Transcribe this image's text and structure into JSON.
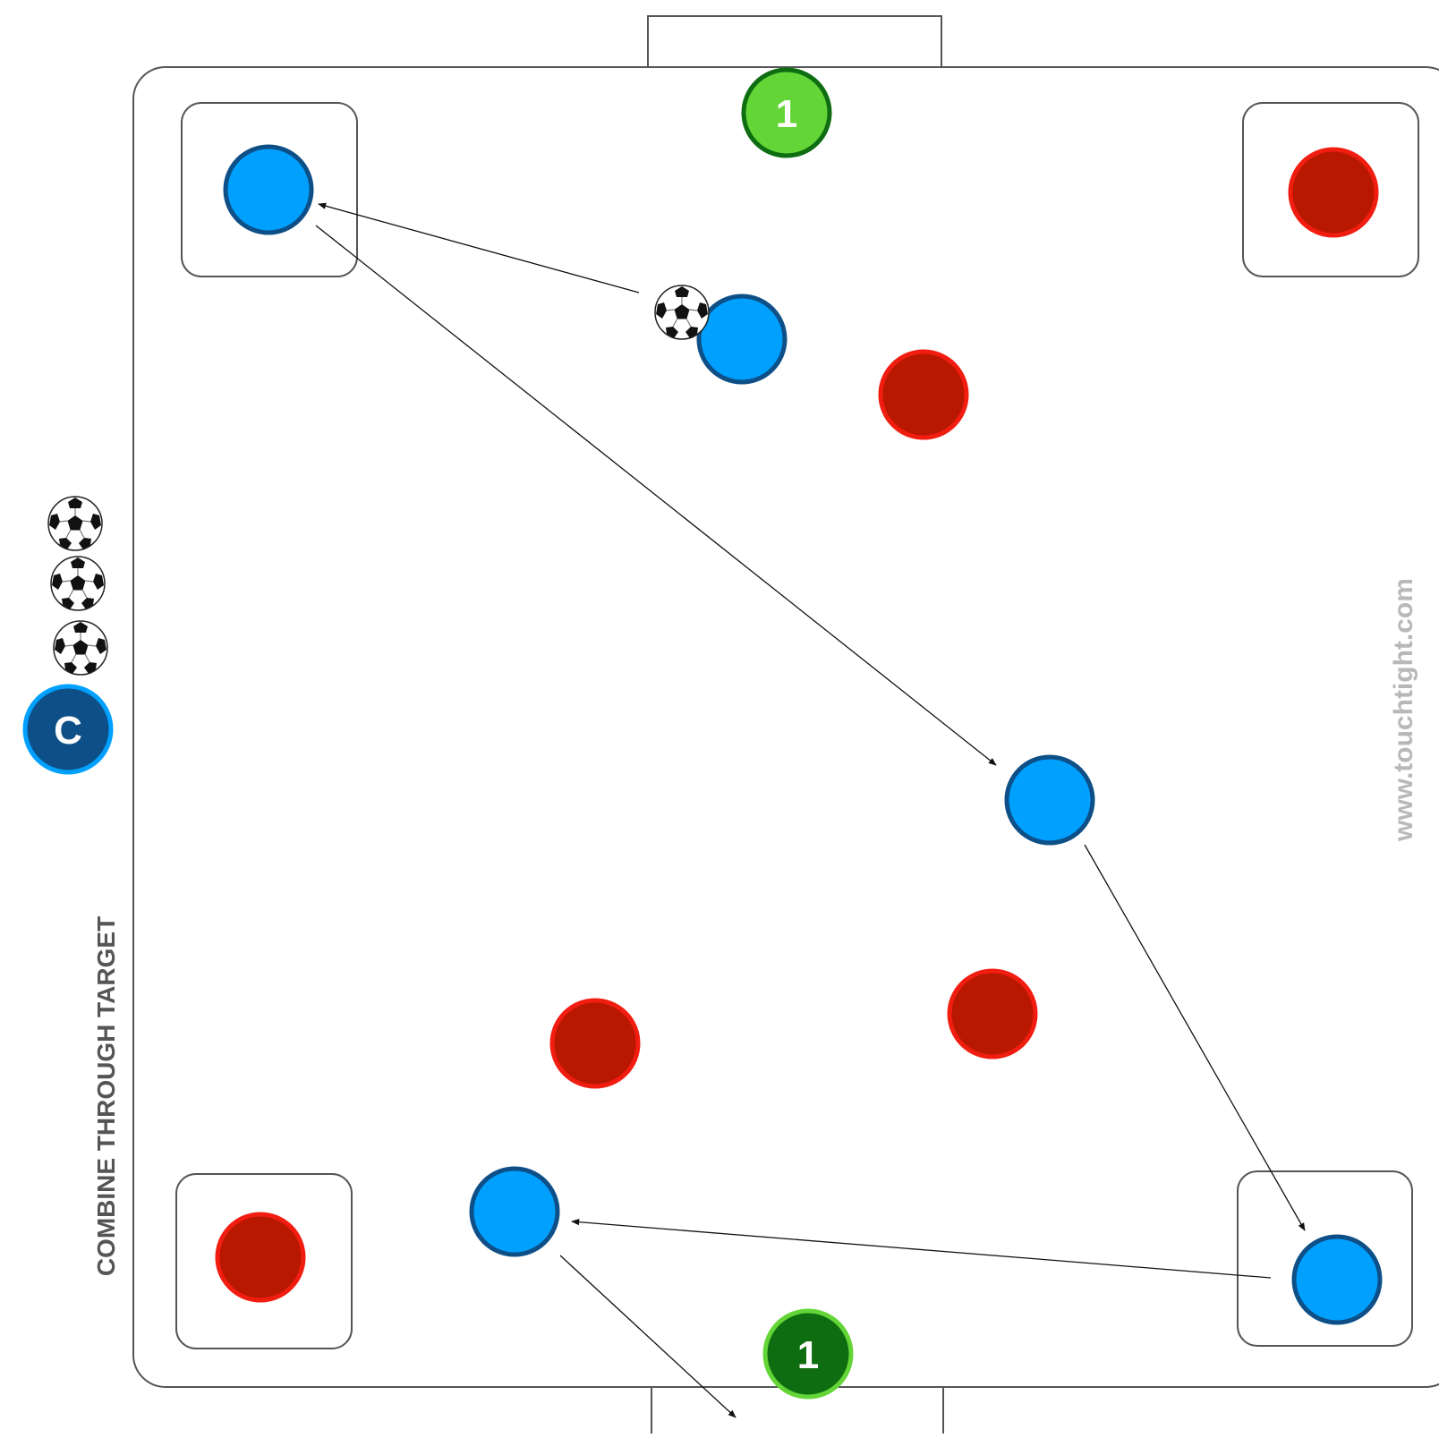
{
  "title": "COMBINE THROUGH TARGET",
  "watermark": "www.touchtight.com",
  "colors": {
    "blue_fill": "#00a0ff",
    "blue_stroke": "#0d4f86",
    "red_fill": "#b91800",
    "red_stroke": "#f01d10",
    "green_light_fill": "#63d537",
    "green_light_stroke": "#0e6d10",
    "green_dark_fill": "#0e6d10",
    "green_dark_stroke": "#63d537",
    "coach_fill": "#0d4f86",
    "coach_stroke": "#00a0ff",
    "line": "#555555",
    "arrow": "#111111",
    "title_text": "#555555",
    "watermark_text": "#b8b8b8"
  },
  "targets": {
    "top": {
      "label": "1",
      "style": "light"
    },
    "bottom": {
      "label": "1",
      "style": "dark"
    }
  },
  "coach": {
    "label": "C"
  },
  "players": {
    "blue_team": [
      "top-left corner",
      "center-top with ball",
      "right-center",
      "bottom-left",
      "bottom-right corner"
    ],
    "red_team": [
      "top-right corner",
      "center-top",
      "bottom-left corner",
      "bottom-center-left",
      "bottom-center-right"
    ]
  },
  "balls": {
    "spare_count": 3,
    "in_play_count": 1
  },
  "icons": [
    "soccer-ball-icon",
    "arrow-icon"
  ]
}
